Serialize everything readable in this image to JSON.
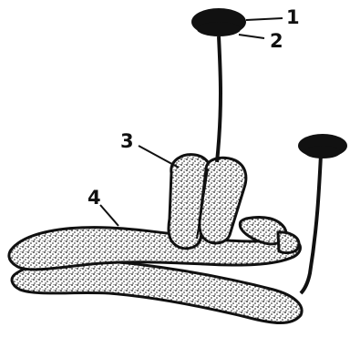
{
  "figure": {
    "labels": {
      "cap_top": "1",
      "cap_bottom": "2",
      "upright_hypha": "3",
      "basal_hypha": "4"
    },
    "colors": {
      "ink": "#111111",
      "paper": "#ffffff"
    }
  }
}
